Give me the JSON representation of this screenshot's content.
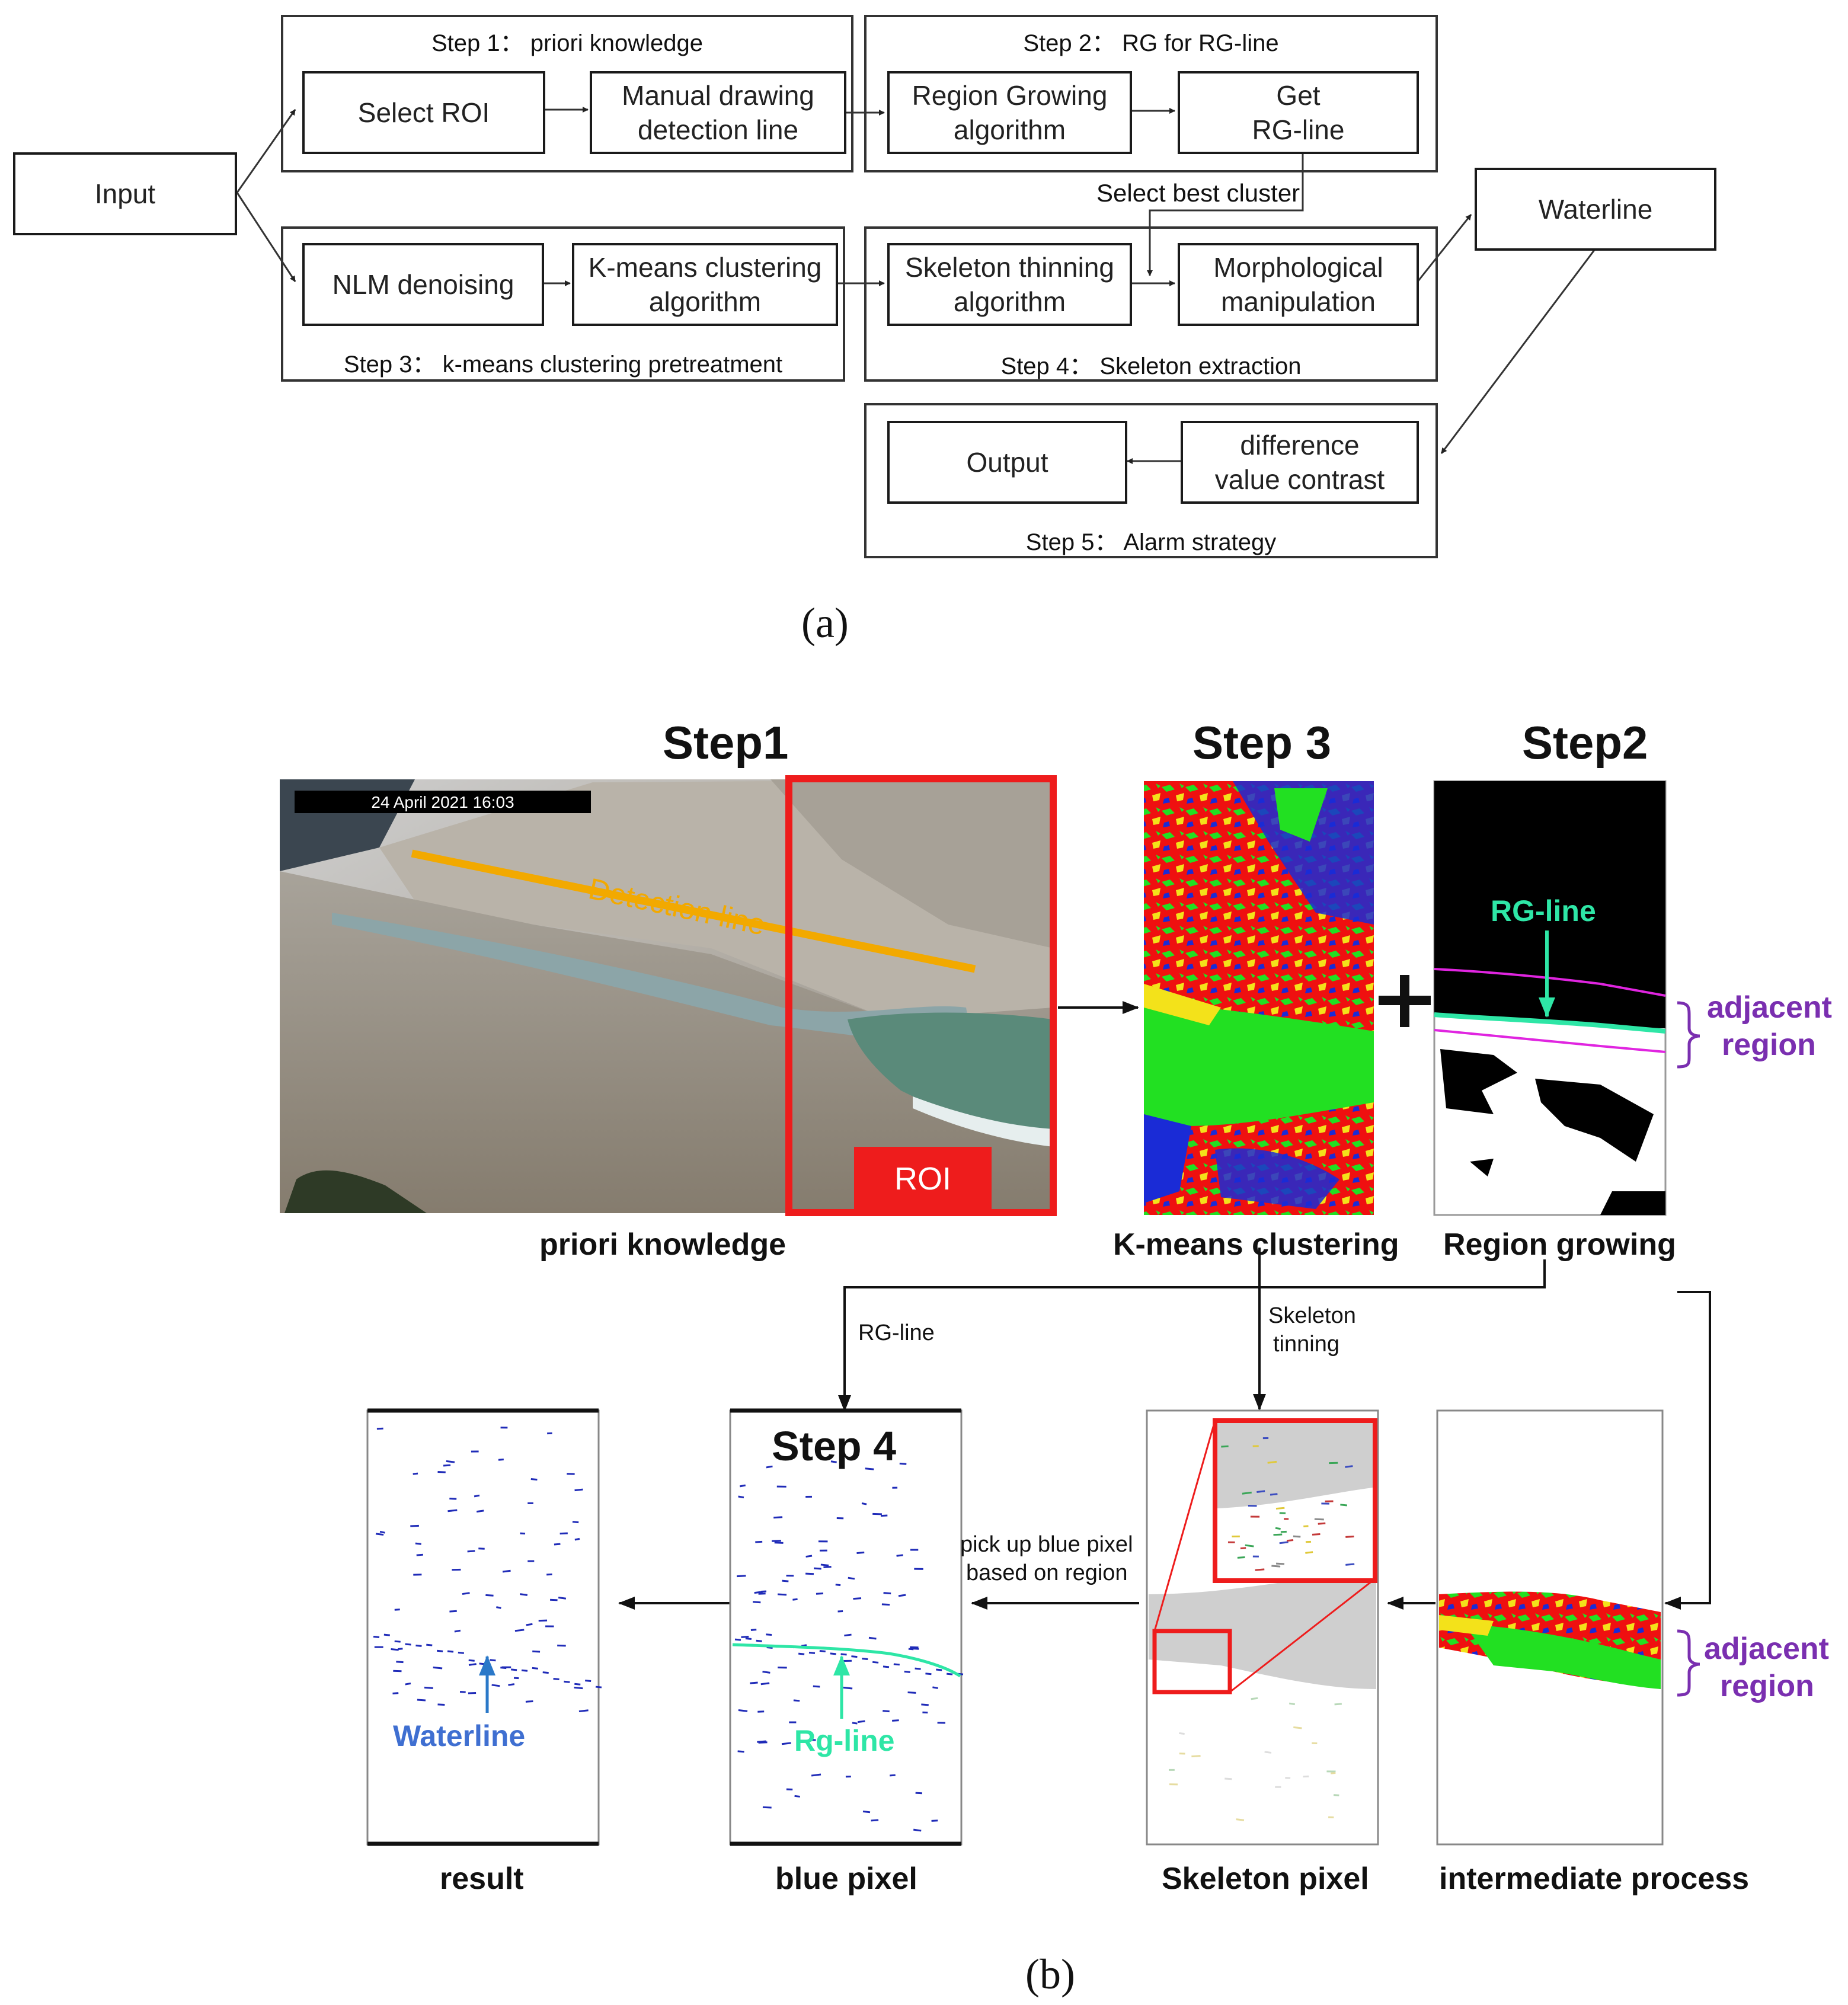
{
  "part_a": {
    "input": "Input",
    "step1_title": "Step 1： priori knowledge",
    "select_roi": "Select ROI",
    "manual_drawing_l1": "Manual drawing",
    "manual_drawing_l2": "detection line",
    "step2_title": "Step 2： RG for RG-line",
    "region_growing_l1": "Region Growing",
    "region_growing_l2": "algorithm",
    "get_rg_l1": "Get",
    "get_rg_l2": "RG-line",
    "select_best_cluster": "Select best cluster",
    "waterline": "Waterline",
    "nlm": "NLM denoising",
    "kmeans_l1": "K-means clustering",
    "kmeans_l2": "algorithm",
    "step3_title": "Step 3： k-means clustering pretreatment",
    "skeleton_l1": "Skeleton thinning",
    "skeleton_l2": "algorithm",
    "morph_l1": "Morphological",
    "morph_l2": "manipulation",
    "step4_title": "Step 4：   Skeleton extraction",
    "output": "Output",
    "diff_l1": "difference",
    "diff_l2": "value contrast",
    "step5_title": "Step 5：   Alarm strategy",
    "caption": "(a)"
  },
  "part_b": {
    "step1": "Step1",
    "step3": "Step 3",
    "step2": "Step2",
    "step4": "Step 4",
    "timestamp": "24 April 2021    16:03",
    "detection_line": "Detection line",
    "roi": "ROI",
    "plus": "+",
    "rg_line_label": "RG-line",
    "adjacent_l1": "adjacent",
    "adjacent_l2": "region",
    "cap_priori": "priori knowledge",
    "cap_kmeans": "K-means clustering",
    "cap_region": "Region growing",
    "rg_line_arrow": "RG-line",
    "skel_l1": "Skeleton",
    "skel_l2": "tinning",
    "pick_l1": "pick up blue pixel",
    "pick_l2": "based on region",
    "waterline_label": "Waterline",
    "rgline_label": "Rg-line",
    "cap_result": "result",
    "cap_blue": "blue pixel",
    "cap_skeleton": "Skeleton pixel",
    "cap_intermediate": "intermediate process",
    "caption": "(b)"
  },
  "colors": {
    "roi_red": "#ee1c1c",
    "detection_orange": "#f2a900",
    "rg_line_green": "#2ee6a6",
    "adjacent_purple": "#7a2fb0",
    "waterline_blue": "#3f6fd1",
    "pixel_blue": "#1f2bb8",
    "cluster_green": "#22e022",
    "cluster_red": "#ef1010"
  }
}
